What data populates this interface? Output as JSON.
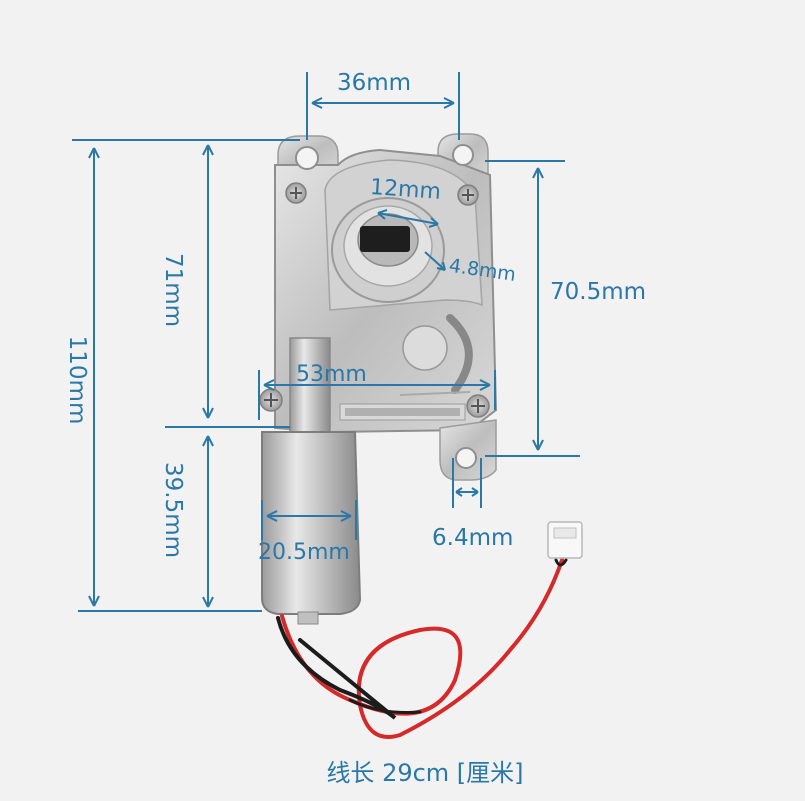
{
  "dimensions": {
    "top_width": "36mm",
    "total_height": "110mm",
    "gearbox_height": "71mm",
    "motor_height": "39.5mm",
    "shaft_width": "12mm",
    "shaft_slot": "4.8mm",
    "right_height": "70.5mm",
    "gearbox_width": "53mm",
    "motor_diameter": "20.5mm",
    "hole_diameter": "6.4mm"
  },
  "caption": "线长 29cm [厘米]",
  "colors": {
    "dimension_lines": "#2a78a8",
    "background": "#f2f2f2",
    "metal": "#c9c9c9",
    "wire_red": "#d62a2a",
    "wire_black": "#1c1c1c"
  }
}
